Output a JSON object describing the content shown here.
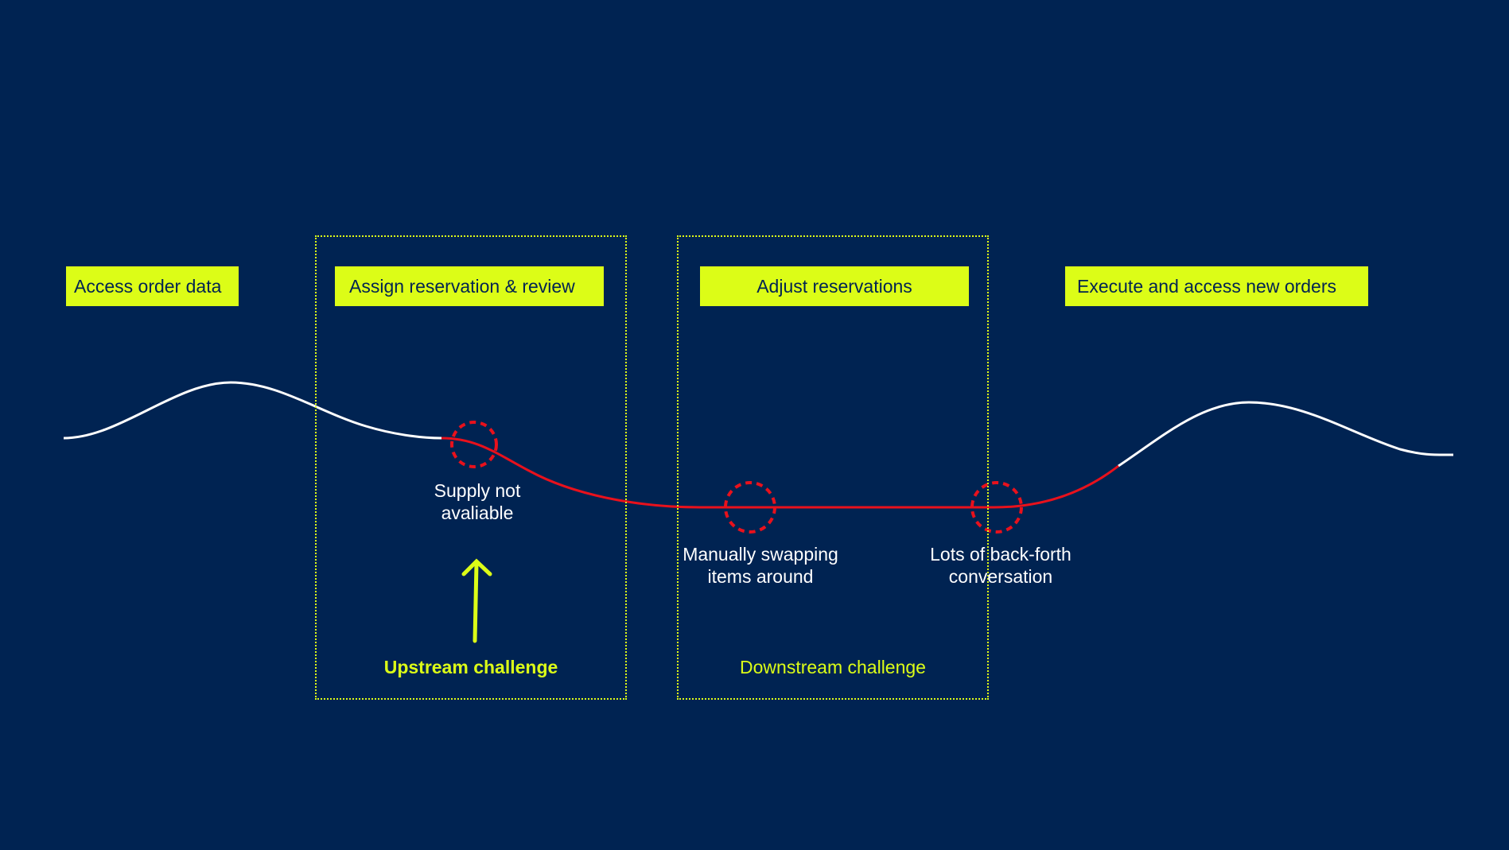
{
  "stages": [
    {
      "id": "access",
      "label": "Access order data"
    },
    {
      "id": "assign",
      "label": "Assign reservation & review"
    },
    {
      "id": "adjust",
      "label": "Adjust reservations"
    },
    {
      "id": "execute",
      "label": "Execute and access new orders"
    }
  ],
  "pain_points": [
    {
      "id": "supply",
      "line1": "Supply not",
      "line2": "avaliable"
    },
    {
      "id": "swapping",
      "line1": "Manually swapping",
      "line2": "items around"
    },
    {
      "id": "backforth",
      "line1": "Lots of back-forth",
      "line2": "conversation"
    }
  ],
  "challenges": {
    "upstream": "Upstream challenge",
    "downstream": "Downstream challenge"
  },
  "colors": {
    "background": "#002352",
    "accent": "#dcfd17",
    "journey_line": "#ffffff",
    "pain_line": "#e8111c",
    "text": "#ffffff"
  }
}
